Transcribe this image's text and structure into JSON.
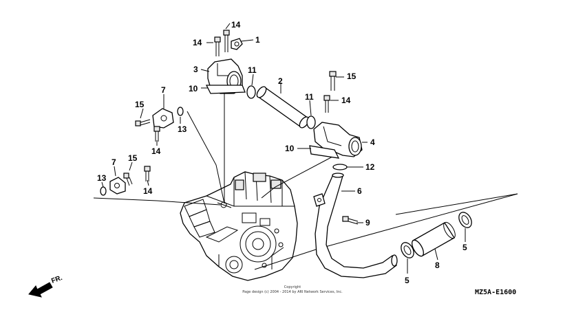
{
  "diagram": {
    "callouts": [
      {
        "id": "c14a",
        "text": "14"
      },
      {
        "id": "c1",
        "text": "1"
      },
      {
        "id": "c14b",
        "text": "14"
      },
      {
        "id": "c3",
        "text": "3"
      },
      {
        "id": "c11a",
        "text": "11"
      },
      {
        "id": "c2",
        "text": "2"
      },
      {
        "id": "c15a",
        "text": "15"
      },
      {
        "id": "c10a",
        "text": "10"
      },
      {
        "id": "c7a",
        "text": "7"
      },
      {
        "id": "c11b",
        "text": "11"
      },
      {
        "id": "c14c",
        "text": "14"
      },
      {
        "id": "c15b",
        "text": "15"
      },
      {
        "id": "c13a",
        "text": "13"
      },
      {
        "id": "c4",
        "text": "4"
      },
      {
        "id": "c14d",
        "text": "14"
      },
      {
        "id": "c10b",
        "text": "10"
      },
      {
        "id": "c7b",
        "text": "7"
      },
      {
        "id": "c15c",
        "text": "15"
      },
      {
        "id": "c12",
        "text": "12"
      },
      {
        "id": "c13b",
        "text": "13"
      },
      {
        "id": "c14e",
        "text": "14"
      },
      {
        "id": "c6",
        "text": "6"
      },
      {
        "id": "c9",
        "text": "9"
      },
      {
        "id": "c5a",
        "text": "5"
      },
      {
        "id": "c8",
        "text": "8"
      },
      {
        "id": "c5b",
        "text": "5"
      }
    ],
    "direction_label": "FR.",
    "copyright_line1": "Copyright",
    "copyright_line2": "Page design (c) 2004 - 2014 by ARI Network Services, Inc.",
    "diagram_code": "MZ5A-E1600"
  }
}
